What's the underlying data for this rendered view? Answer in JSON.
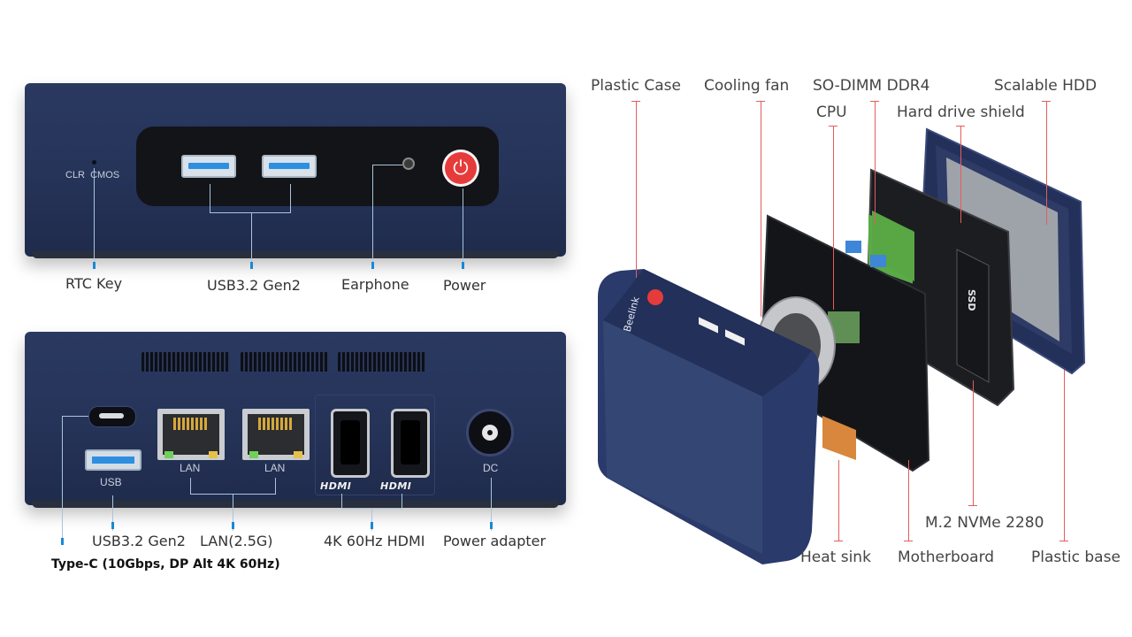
{
  "front_panel": {
    "clr_cmos": "CLR  CMOS",
    "labels": {
      "rtc_key": "RTC Key",
      "usb": "USB3.2 Gen2",
      "earphone": "Earphone",
      "power": "Power"
    }
  },
  "rear_panel": {
    "port_text": {
      "usb": "USB",
      "lan1": "LAN",
      "lan2": "LAN",
      "dc": "DC",
      "hdmi1": "HDMI",
      "hdmi2": "HDMI"
    },
    "labels": {
      "usb": "USB3.2 Gen2",
      "lan": "LAN(2.5G)",
      "hdmi": "4K 60Hz HDMI",
      "power_adapter": "Power adapter",
      "type_c": "Type-C (10Gbps, DP Alt 4K 60Hz)"
    }
  },
  "exploded_view": {
    "top_labels": {
      "plastic_case": "Plastic Case",
      "cooling_fan": "Cooling fan",
      "so_dimm": "SO-DIMM DDR4",
      "scalable_hdd": "Scalable HDD",
      "cpu": "CPU",
      "hard_drive_shield": "Hard drive shield"
    },
    "bottom_labels": {
      "m2_nvme": "M.2 NVMe 2280",
      "heat_sink": "Heat sink",
      "motherboard": "Motherboard",
      "plastic_base": "Plastic base"
    },
    "brand": "Beelink",
    "ssd_text": "SSD"
  },
  "colors": {
    "chassis": "#26345a",
    "accent_blue": "#1789d6",
    "leader_red": "#e45d5d",
    "power_red": "#e63b3b"
  }
}
